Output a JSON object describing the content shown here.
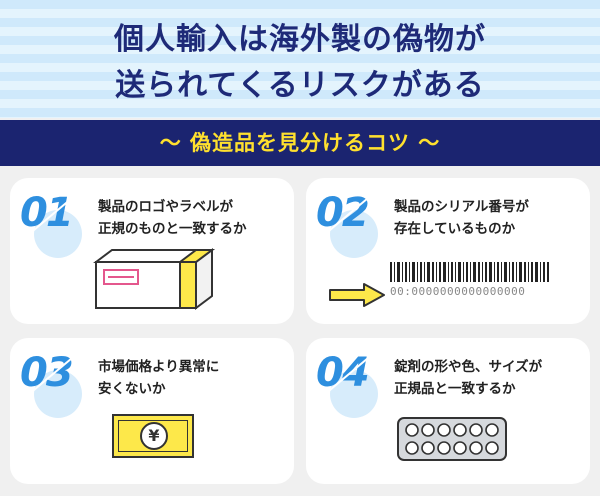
{
  "header": {
    "title_line1": "個人輸入は海外製の偽物が",
    "title_line2": "送られてくるリスクがある"
  },
  "subtitle": "〜 偽造品を見分けるコツ 〜",
  "tips": [
    {
      "number": "01",
      "line1": "製品のロゴやラベルが",
      "line2": "正規のものと一致するか",
      "illustration": "package-box"
    },
    {
      "number": "02",
      "line1": "製品のシリアル番号が",
      "line2": "存在しているものか",
      "illustration": "barcode-serial",
      "serial_text": "00:0000000000000000"
    },
    {
      "number": "03",
      "line1": "市場価格より異常に",
      "line2": "安くないか",
      "illustration": "yen-bill",
      "currency_symbol": "¥"
    },
    {
      "number": "04",
      "line1": "錠剤の形や色、サイズが",
      "line2": "正規品と一致するか",
      "illustration": "pill-blister"
    }
  ],
  "colors": {
    "title": "#1e2a78",
    "subtitle_bg": "#1b2470",
    "subtitle_text": "#ffe02e",
    "number": "#2e8fdf",
    "accent_yellow": "#fde84a"
  }
}
